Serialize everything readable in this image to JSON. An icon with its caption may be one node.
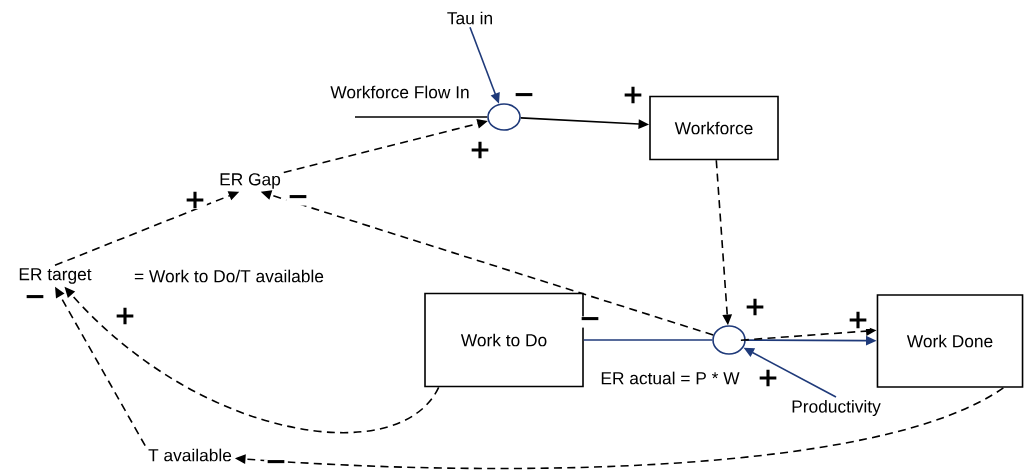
{
  "diagram": {
    "nodes": [
      {
        "text": [
          "Workforce"
        ]
      },
      {
        "text": [
          "Work to Do"
        ]
      },
      {
        "text": [
          "Work Done"
        ]
      },
      {
        "text": [],
        "shape": "circle",
        "beside": [
          "Workforce Flow In"
        ]
      },
      {
        "text": [],
        "shape": "circle",
        "beside": [
          "ER actual = P * W"
        ]
      },
      {
        "text": [
          "Tau in"
        ]
      },
      {
        "text": [
          "ER Gap"
        ]
      },
      {
        "text": [
          "ER target"
        ]
      },
      {
        "text": [
          "Productivity"
        ]
      },
      {
        "text": [
          "T available"
        ]
      }
    ],
    "edges": [
      {
        "from": null,
        "to": 3,
        "arrow": "none"
      },
      {
        "from": 3,
        "to": 0,
        "arrow": "to",
        "label": "+"
      },
      {
        "from": 5,
        "to": 3,
        "arrow": "to",
        "label": "−",
        "color": "#1f3a7a"
      },
      {
        "from": 6,
        "to": 3,
        "arrow": "to",
        "label": "+",
        "style": "dashed"
      },
      {
        "from": 7,
        "to": 6,
        "arrow": "to",
        "label": "+",
        "style": "dashed"
      },
      {
        "from": 4,
        "to": 6,
        "arrow": "to",
        "label": "−",
        "style": "dashed"
      },
      {
        "from": 0,
        "to": 4,
        "arrow": "to",
        "label": "+",
        "style": "dashed"
      },
      {
        "from": 1,
        "to": 4,
        "arrow": "none",
        "label": "−",
        "color": "#1f3a7a"
      },
      {
        "from": 4,
        "to": 2,
        "arrow": "to",
        "color": "#1f3a7a"
      },
      {
        "from": 4,
        "to": 2,
        "arrow": "to",
        "label": "+",
        "style": "dashed"
      },
      {
        "from": 8,
        "to": 4,
        "arrow": "to",
        "label": "+",
        "color": "#1f3a7a"
      },
      {
        "from": 1,
        "to": 7,
        "arrow": "to",
        "label": "+",
        "style": "dashed"
      },
      {
        "from": 9,
        "to": 7,
        "arrow": "to",
        "label": "−",
        "style": "dashed"
      },
      {
        "from": 2,
        "to": 9,
        "arrow": "to",
        "label": "−",
        "style": "dashed"
      }
    ],
    "labels": [
      "= Work to Do/T available"
    ]
  }
}
